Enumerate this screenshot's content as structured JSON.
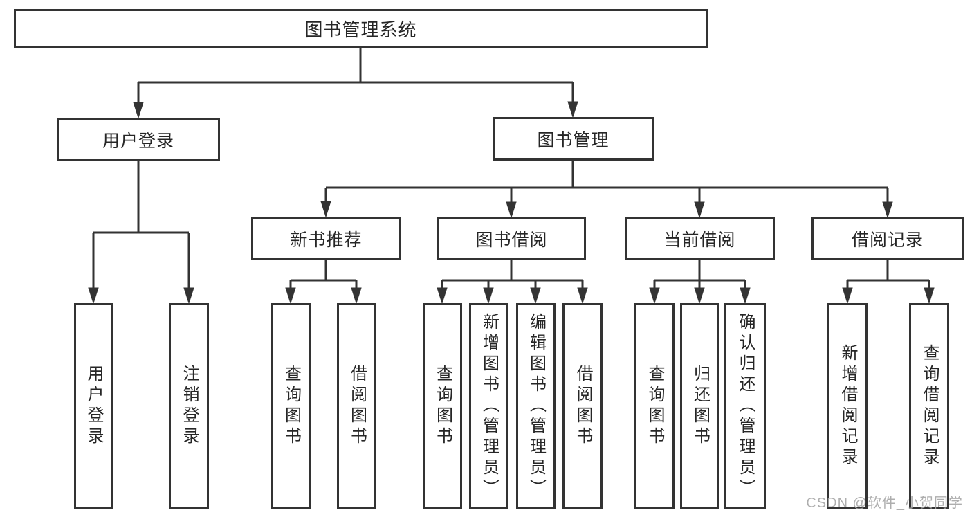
{
  "diagram_type": "hierarchy-tree",
  "colors": {
    "line": "#333333",
    "box_border": "#333333",
    "box_fill": "#ffffff",
    "text": "#262626",
    "watermark": "#a5a5a5",
    "background": "#ffffff"
  },
  "watermark": {
    "text": "CSDN @软件_小贺同学"
  },
  "tree": {
    "label": "图书管理系统",
    "children": [
      {
        "label": "用户登录",
        "children": [
          {
            "label": "用户登录"
          },
          {
            "label": "注销登录"
          }
        ]
      },
      {
        "label": "图书管理",
        "children": [
          {
            "label": "新书推荐",
            "children": [
              {
                "label": "查询图书"
              },
              {
                "label": "借阅图书"
              }
            ]
          },
          {
            "label": "图书借阅",
            "children": [
              {
                "label": "查询图书"
              },
              {
                "label": "新增图书（管理员）"
              },
              {
                "label": "编辑图书（管理员）"
              },
              {
                "label": "借阅图书"
              }
            ]
          },
          {
            "label": "当前借阅",
            "children": [
              {
                "label": "查询图书"
              },
              {
                "label": "归还图书"
              },
              {
                "label": "确认归还（管理员）"
              }
            ]
          },
          {
            "label": "借阅记录",
            "children": [
              {
                "label": "新增借阅记录"
              },
              {
                "label": "查询借阅记录"
              }
            ]
          }
        ]
      }
    ]
  }
}
